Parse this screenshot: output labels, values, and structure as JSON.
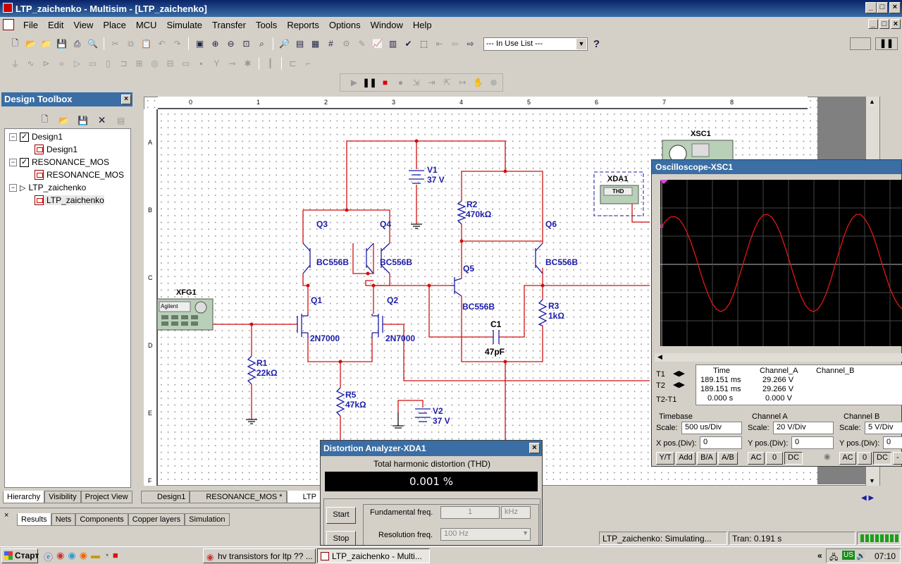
{
  "window": {
    "title": "LTP_zaichenko - Multisim - [LTP_zaichenko]",
    "controls": [
      "_",
      "□",
      "×"
    ]
  },
  "menu": [
    "File",
    "Edit",
    "View",
    "Place",
    "MCU",
    "Simulate",
    "Transfer",
    "Tools",
    "Reports",
    "Options",
    "Window",
    "Help"
  ],
  "toolbar": {
    "in_use_list": "--- In Use List ---",
    "help": "?"
  },
  "design_toolbox": {
    "title": "Design Toolbox",
    "tree": [
      {
        "label": "Design1",
        "kind": "root",
        "checked": true
      },
      {
        "label": "Design1",
        "kind": "doc"
      },
      {
        "label": "RESONANCE_MOS",
        "kind": "root",
        "checked": true
      },
      {
        "label": "RESONANCE_MOS",
        "kind": "doc"
      },
      {
        "label": "LTP_zaichenko",
        "kind": "root",
        "checked": false
      },
      {
        "label": "LTP_zaichenko",
        "kind": "doc"
      }
    ],
    "tabs": [
      "Hierarchy",
      "Visibility",
      "Project View"
    ]
  },
  "sheet_tabs": [
    "Design1",
    "RESONANCE_MOS *",
    "LTP"
  ],
  "rulers": {
    "top": [
      "0",
      "1",
      "2",
      "3",
      "4",
      "5",
      "6",
      "7",
      "8"
    ],
    "left": [
      "A",
      "B",
      "C",
      "D",
      "E",
      "F"
    ]
  },
  "schematic": {
    "instruments": {
      "xfg1": "XFG1",
      "xfg1_brand": "Agilent",
      "xsc1": "XSC1",
      "xda1": "XDA1",
      "xda1_screen": "THD"
    },
    "labels": {
      "v1_name": "V1",
      "v1_value": "37 V",
      "v2_name": "V2",
      "v2_value": "37 V",
      "q3": "Q3",
      "q4": "Q4",
      "q3_part": "BC556B",
      "q4_part": "BC556B",
      "q6": "Q6",
      "q6_part": "BC556B",
      "q5": "Q5",
      "q5_part": "BC556B",
      "q1": "Q1",
      "q2": "Q2",
      "q1_part": "2N7000",
      "q2_part": "2N7000",
      "r1_name": "R1",
      "r1_value": "22kΩ",
      "r2_name": "R2",
      "r2_value": "470kΩ",
      "r3_name": "R3",
      "r3_value": "1kΩ",
      "r5_name": "R5",
      "r5_value": "47kΩ",
      "c1_name": "C1",
      "c1_value": "47pF"
    }
  },
  "oscilloscope": {
    "title": "Oscilloscope-XSC1",
    "table": {
      "headers": [
        "Time",
        "Channel_A",
        "Channel_B"
      ],
      "rows": [
        {
          "label": "T1",
          "time": "189.151 ms",
          "a": "29.266 V",
          "b": ""
        },
        {
          "label": "T2",
          "time": "189.151 ms",
          "a": "29.266 V",
          "b": ""
        },
        {
          "label": "T2-T1",
          "time": "0.000 s",
          "a": "0.000 V",
          "b": ""
        }
      ]
    },
    "timebase": {
      "title": "Timebase",
      "scale_label": "Scale:",
      "scale": "500 us/Div",
      "pos_label": "X pos.(Div):",
      "pos": "0",
      "buttons": [
        "Y/T",
        "Add",
        "B/A",
        "A/B"
      ]
    },
    "channel_a": {
      "title": "Channel A",
      "scale_label": "Scale:",
      "scale": "20  V/Div",
      "pos_label": "Y pos.(Div):",
      "pos": "0",
      "buttons": [
        "AC",
        "0",
        "DC"
      ]
    },
    "channel_b": {
      "title": "Channel B",
      "scale_label": "Scale:",
      "scale": "5  V/Div",
      "pos_label": "Y pos.(Div):",
      "pos": "0",
      "buttons": [
        "AC",
        "0",
        "DC",
        "-"
      ]
    }
  },
  "distortion": {
    "title": "Distortion Analyzer-XDA1",
    "heading": "Total harmonic distortion (THD)",
    "value": "0.001 %",
    "start": "Start",
    "stop": "Stop",
    "fund_label": "Fundamental freq.",
    "fund_value": "1",
    "fund_unit": "kHz",
    "res_label": "Resolution freq.",
    "res_value": "100 Hz"
  },
  "results_tabs": [
    "Results",
    "Nets",
    "Components",
    "Copper layers",
    "Simulation"
  ],
  "status": {
    "sim": "LTP_zaichenko: Simulating...",
    "tran": "Tran: 0.191 s"
  },
  "taskbar": {
    "start": "Старт",
    "items": [
      "hv transistors for ltp ?? ...",
      "LTP_zaichenko - Multi..."
    ],
    "lang": "US",
    "clock": "07:10"
  }
}
